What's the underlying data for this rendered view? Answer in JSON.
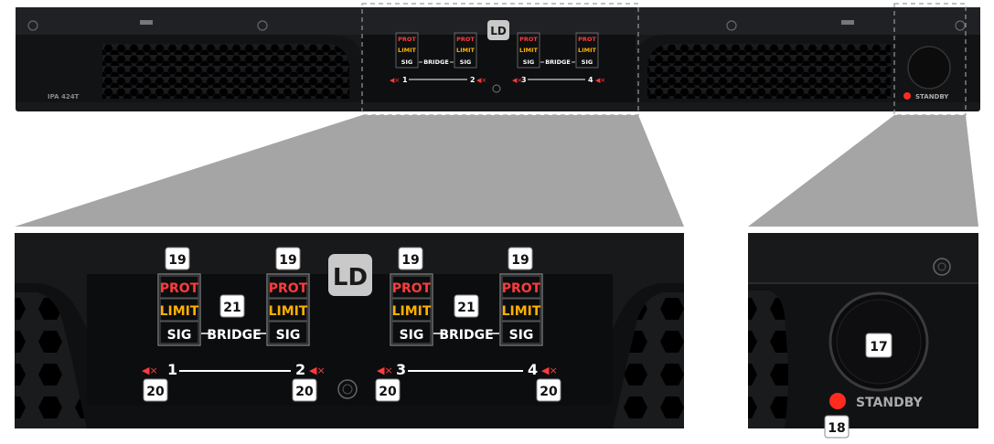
{
  "device": {
    "model": "IPA 424T",
    "logo": "LD",
    "standby_label": "STANDBY",
    "colors": {
      "chassis": "#18191b",
      "panel": "#0e0f11",
      "prot": "#ff3b3b",
      "limit": "#ffb000",
      "sig": "#ffffff",
      "standby_led": "#ff2b1f",
      "logo_bg": "#c9c9c9",
      "callout_bg": "#ffffff"
    }
  },
  "channels": {
    "labels": [
      "1",
      "2",
      "3",
      "4"
    ],
    "status": {
      "prot": "PROT",
      "limit": "LIMIT",
      "sig": "SIG"
    },
    "bridge_label": "BRIDGE",
    "mute_icon": "speaker-mute-icon"
  },
  "callouts": {
    "status_leds": "19",
    "mute_buttons": "20",
    "bridge_indicator": "21",
    "power_knob": "17",
    "standby_led": "18"
  }
}
